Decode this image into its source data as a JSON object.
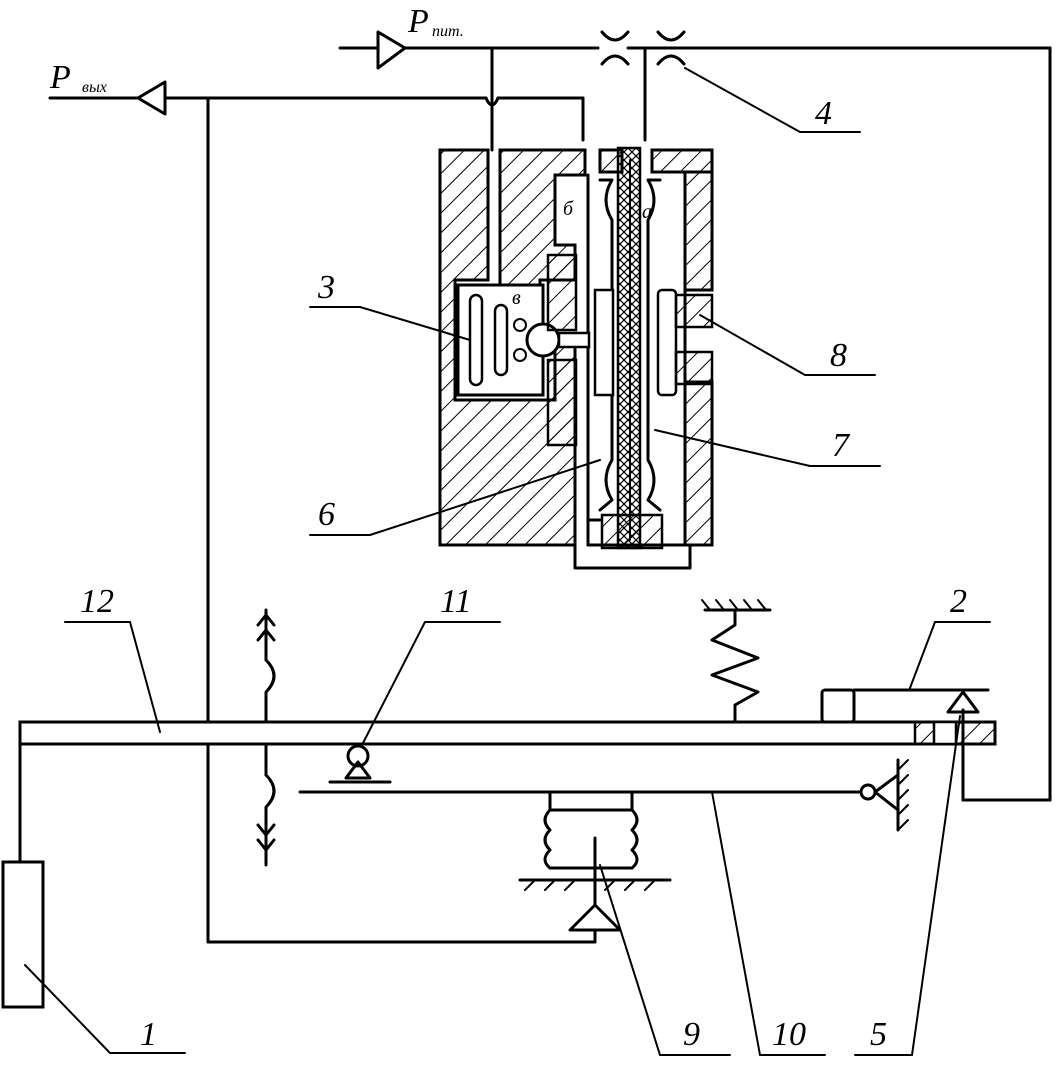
{
  "pressure_labels": {
    "supply_main": "P",
    "supply_sub": "пит.",
    "output_main": "P",
    "output_sub": "вых"
  },
  "part_labels": [
    "1",
    "2",
    "3",
    "4",
    "5",
    "6",
    "7",
    "8",
    "9",
    "10",
    "11",
    "12"
  ],
  "cavity_labels": {
    "a": "а",
    "b": "б",
    "v": "в"
  }
}
